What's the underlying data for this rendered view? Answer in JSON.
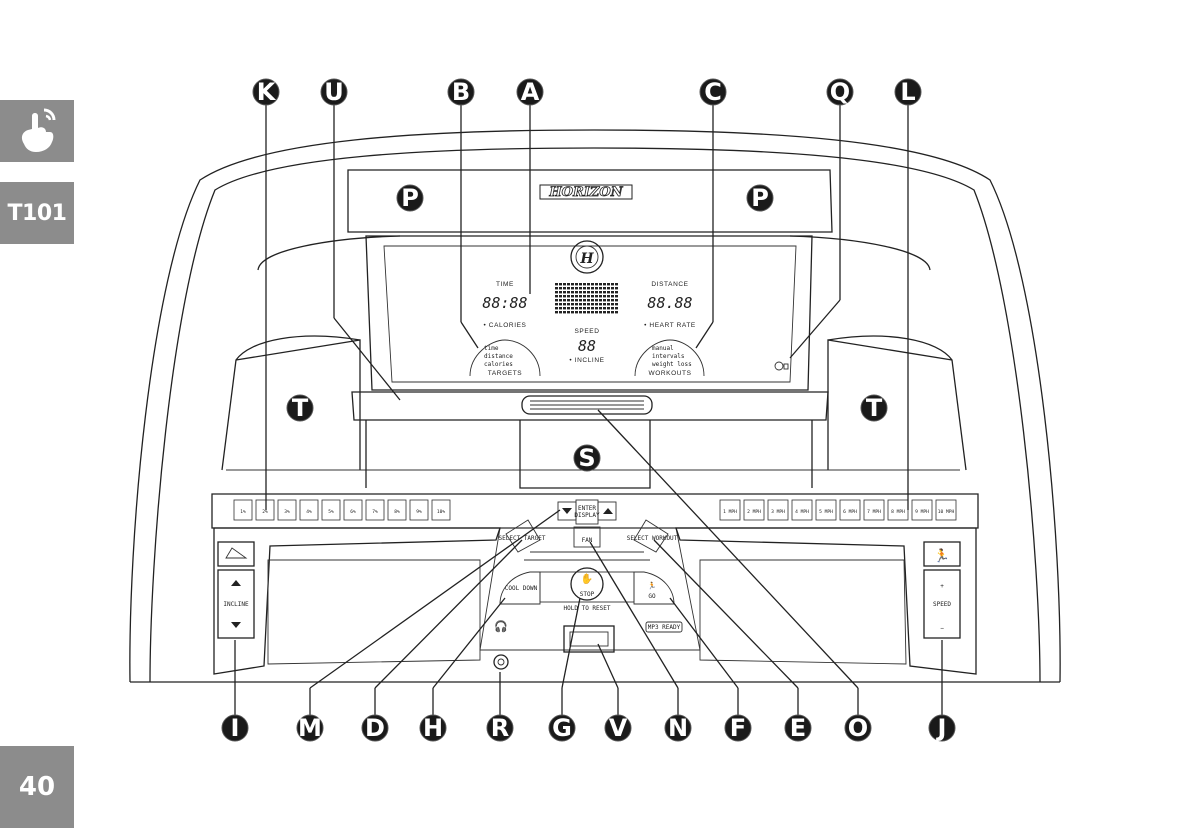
{
  "sidebar": {
    "model": "T101",
    "page_number": "40",
    "icon": "touch-hand-icon"
  },
  "console": {
    "brand": "HORIZON",
    "display": {
      "time_label": "TIME",
      "time_value": "88:88",
      "distance_label": "DISTANCE",
      "distance_value": "88.88",
      "calories_label": "• CALORIES",
      "heart_rate_label": "• HEART RATE",
      "speed_label": "SPEED",
      "speed_value": "88",
      "incline_label": "• INCLINE",
      "targets_items": [
        "time",
        "distance",
        "calories"
      ],
      "targets_label": "TARGETS",
      "workouts_items": [
        "manual",
        "intervals",
        "weight loss"
      ],
      "workouts_label": "WORKOUTS"
    },
    "incline_presets": [
      "1%",
      "2%",
      "3%",
      "4%",
      "5%",
      "6%",
      "7%",
      "8%",
      "9%",
      "10%"
    ],
    "speed_presets": [
      "1 MPH",
      "2 MPH",
      "3 MPH",
      "4 MPH",
      "5 MPH",
      "6 MPH",
      "7 MPH",
      "8 MPH",
      "9 MPH",
      "10 MPH"
    ],
    "buttons": {
      "enter": "ENTER",
      "enter_sub": "DISPLAY",
      "fan": "FAN",
      "select_target": "SELECT TARGET",
      "select_workout": "SELECT WORKOUT",
      "cool_down": "COOL DOWN",
      "stop": "STOP",
      "stop_sub": "HOLD TO RESET",
      "go": "GO",
      "incline": "INCLINE",
      "speed": "SPEED",
      "speed_plus": "+",
      "speed_minus": "−",
      "mp3_ready": "MP3 READY"
    }
  },
  "callouts": {
    "A": "A",
    "B": "B",
    "C": "C",
    "D": "D",
    "E": "E",
    "F": "F",
    "G": "G",
    "H": "H",
    "I": "I",
    "J": "J",
    "K": "K",
    "L": "L",
    "M": "M",
    "N": "N",
    "O": "O",
    "P": "P",
    "Q": "Q",
    "R": "R",
    "S": "S",
    "T": "T",
    "U": "U",
    "V": "V"
  }
}
